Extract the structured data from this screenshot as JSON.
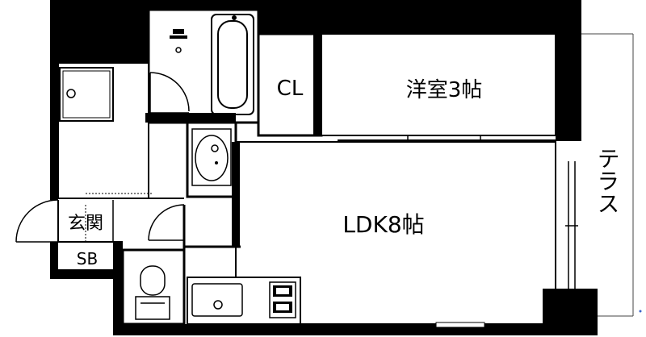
{
  "rooms": {
    "western_room": "洋室3帖",
    "closet": "CL",
    "ldk": "LDK8帖",
    "terrace": "テラス",
    "entrance": "玄関",
    "shoe_box": "SB"
  },
  "colors": {
    "wall": "#000000",
    "line": "#000000",
    "background": "#ffffff",
    "accent_dot": "#3a63c9"
  }
}
